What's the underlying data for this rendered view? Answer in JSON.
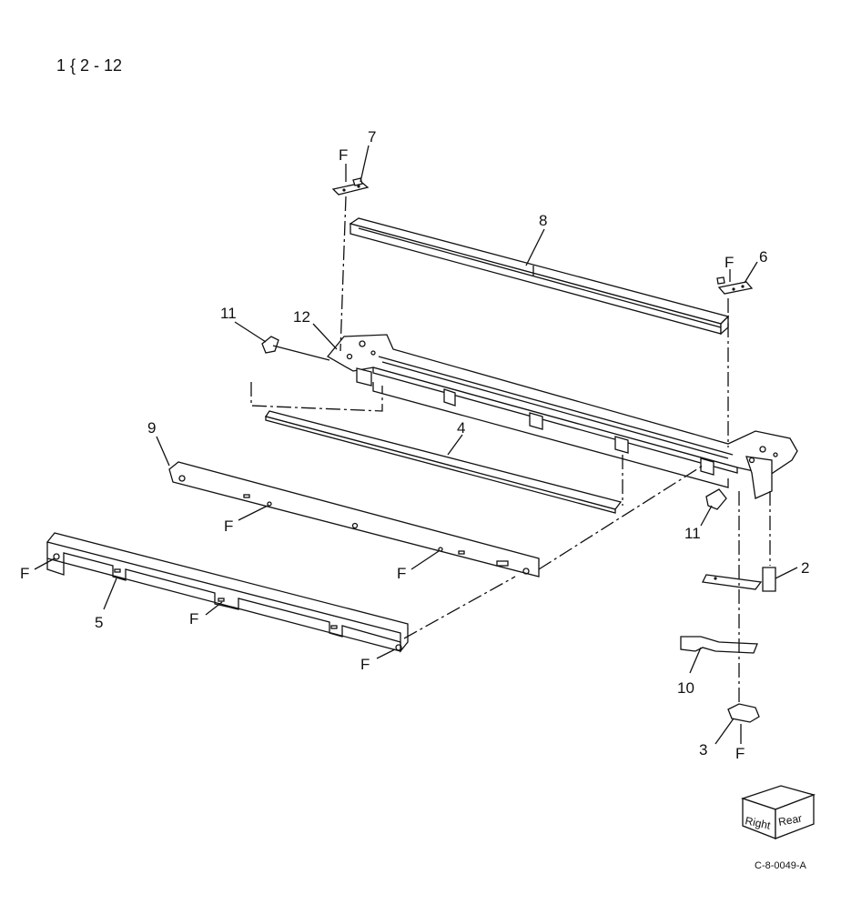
{
  "header": {
    "range_label": "1 { 2 - 12"
  },
  "figure_id": "C-8-0049-A",
  "orientation_cube": {
    "face_left": "Right",
    "face_right": "Rear"
  },
  "callouts": [
    {
      "id": "c7",
      "text": "7"
    },
    {
      "id": "c8",
      "text": "8"
    },
    {
      "id": "c6",
      "text": "6"
    },
    {
      "id": "c11a",
      "text": "11"
    },
    {
      "id": "c12",
      "text": "12"
    },
    {
      "id": "c9",
      "text": "9"
    },
    {
      "id": "c4",
      "text": "4"
    },
    {
      "id": "c11b",
      "text": "11"
    },
    {
      "id": "c2",
      "text": "2"
    },
    {
      "id": "c5",
      "text": "5"
    },
    {
      "id": "c10",
      "text": "10"
    },
    {
      "id": "c3",
      "text": "3"
    }
  ],
  "fastener_marks": [
    {
      "id": "f7",
      "text": "F"
    },
    {
      "id": "f6",
      "text": "F"
    },
    {
      "id": "f9a",
      "text": "F"
    },
    {
      "id": "f9b",
      "text": "F"
    },
    {
      "id": "f5a",
      "text": "F"
    },
    {
      "id": "f5b",
      "text": "F"
    },
    {
      "id": "f5c",
      "text": "F"
    },
    {
      "id": "f3",
      "text": "F"
    }
  ]
}
